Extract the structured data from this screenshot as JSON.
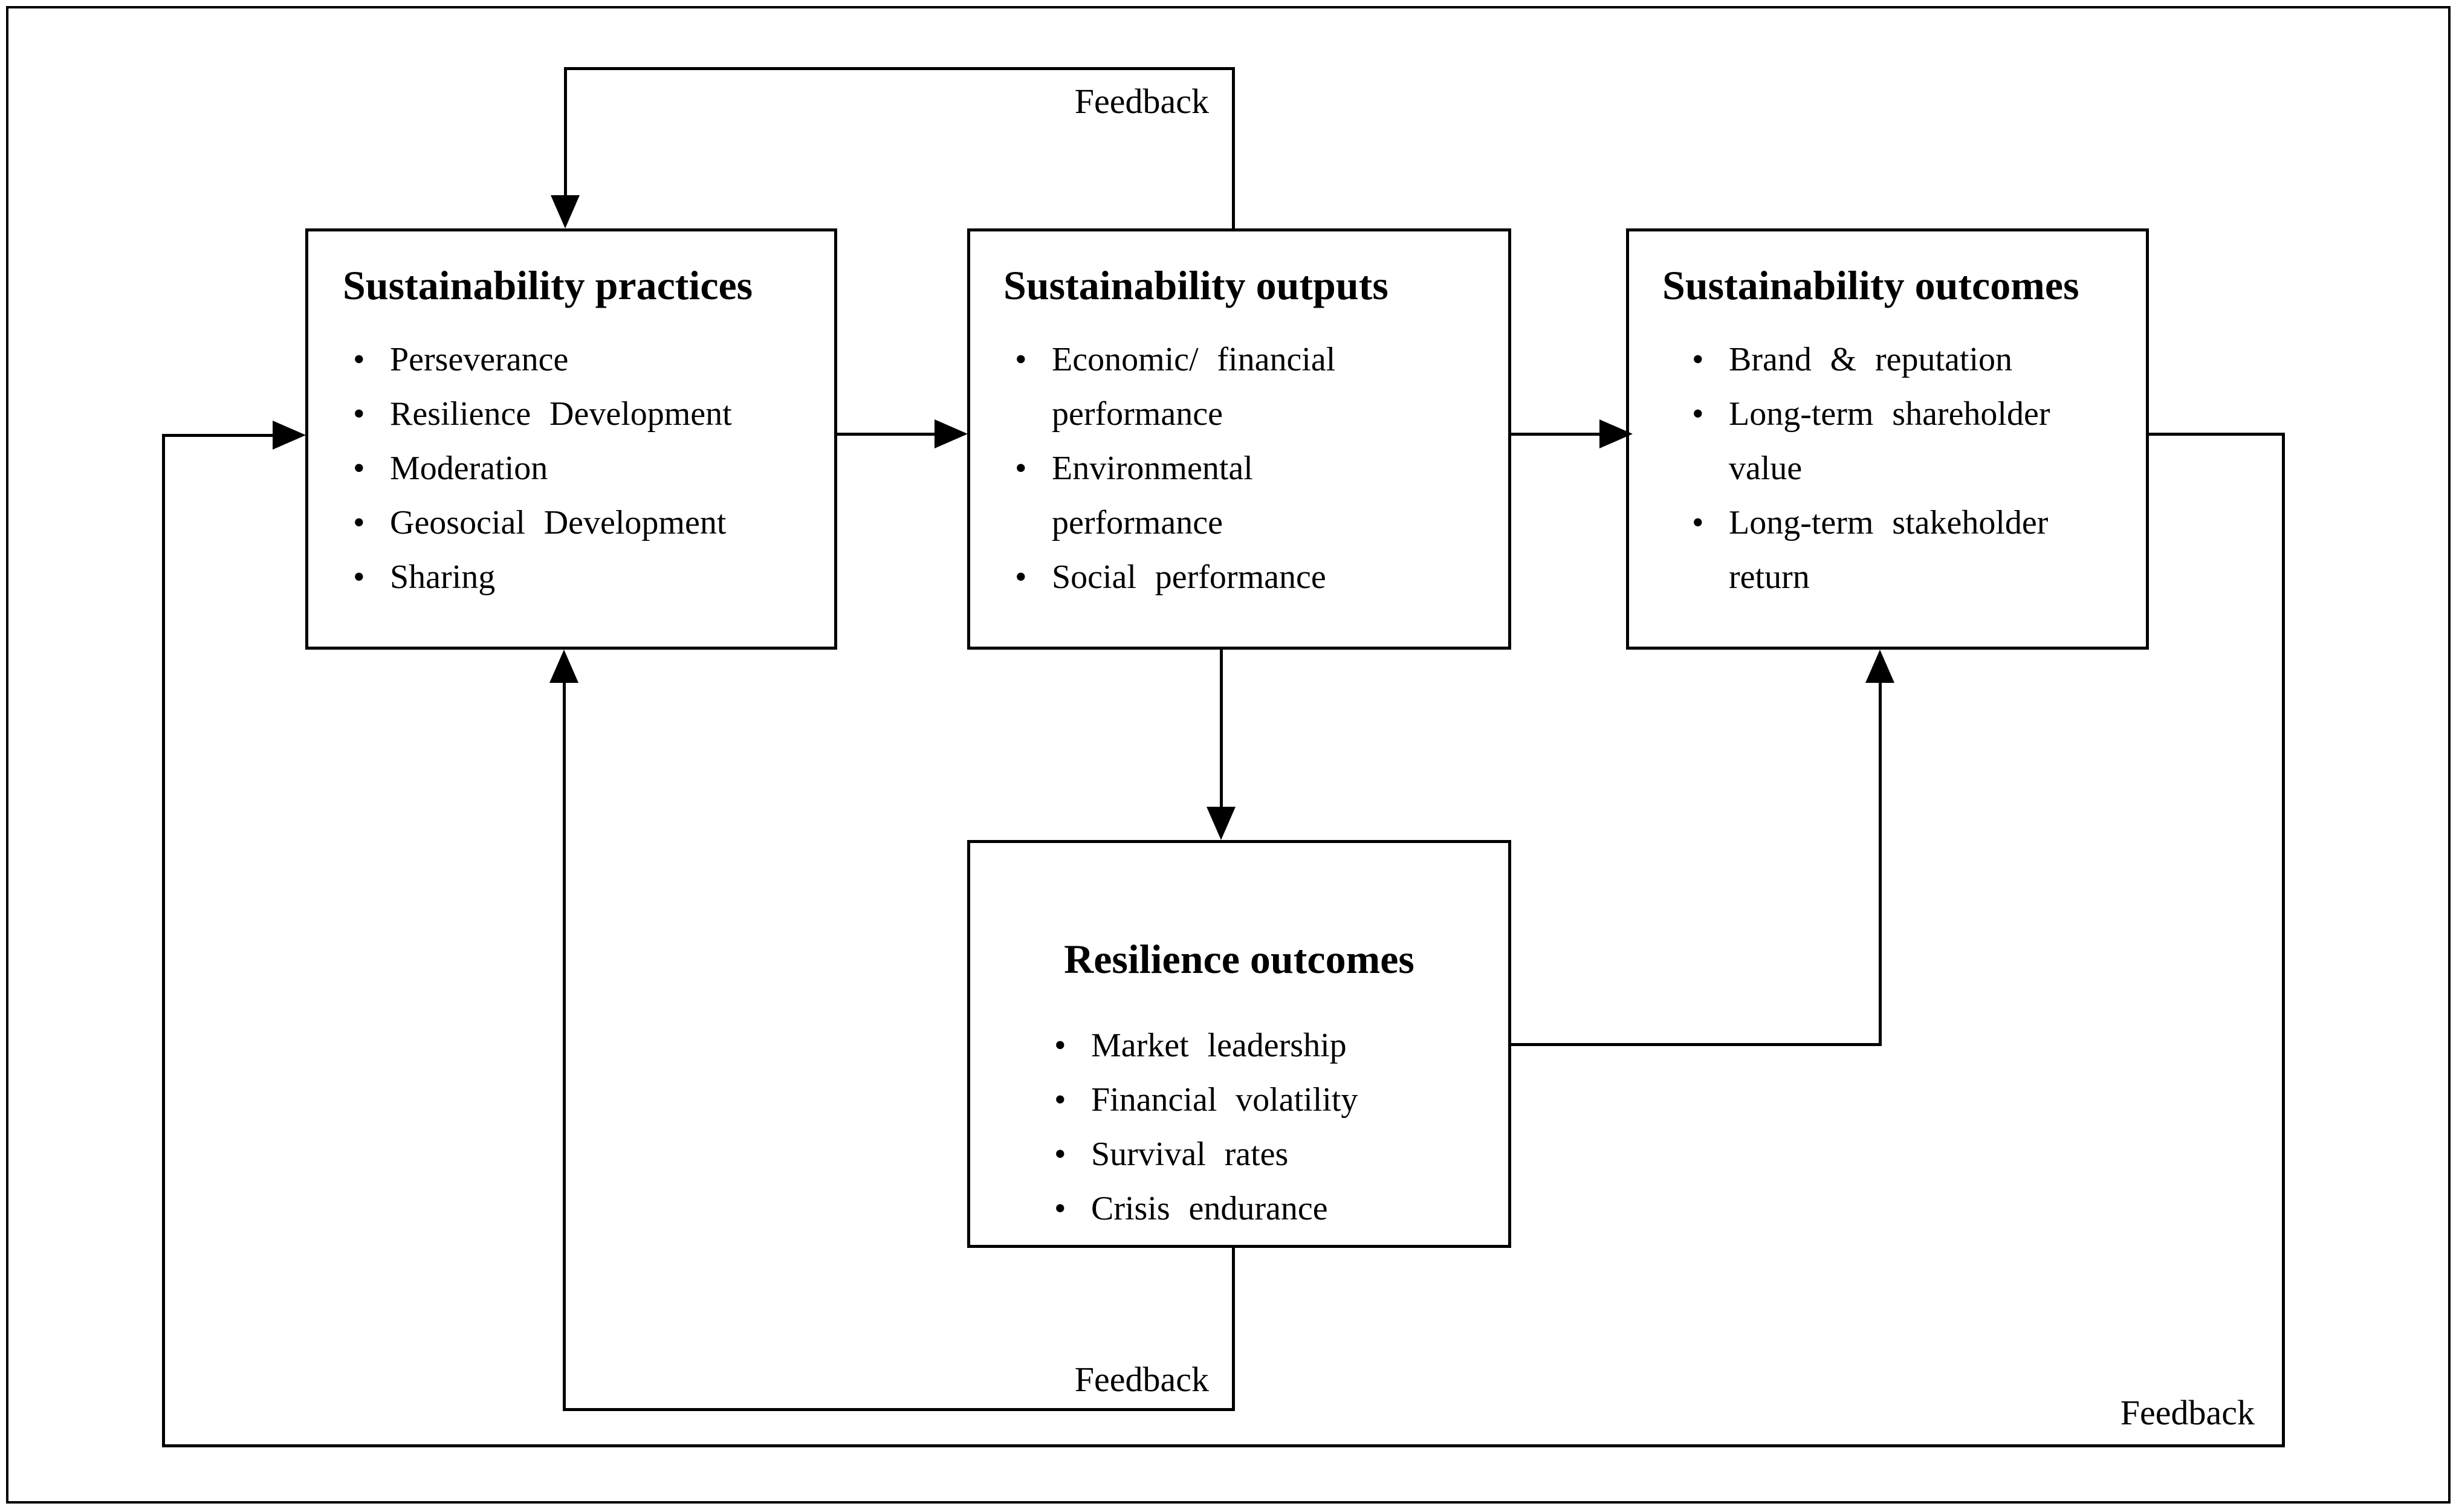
{
  "figure": {
    "colors": {
      "ink": "#000000",
      "paper": "#ffffff"
    },
    "boxes": {
      "practices": {
        "title": "Sustainability practices",
        "items": [
          "Perseverance",
          "Resilience Development",
          "Moderation",
          "Geosocial Development",
          "Sharing"
        ]
      },
      "outputs": {
        "title": "Sustainability outputs",
        "items": [
          "Economic/ financial performance",
          "Environmental performance",
          "Social performance"
        ]
      },
      "outcomes": {
        "title": "Sustainability outcomes",
        "items": [
          "Brand & reputation",
          "Long-term shareholder value",
          "Long-term stakeholder return"
        ]
      },
      "resilience": {
        "title": "Resilience outcomes",
        "items": [
          "Market leadership",
          "Financial volatility",
          "Survival rates",
          "Crisis endurance"
        ]
      }
    },
    "labels": {
      "feedback_top": "Feedback",
      "feedback_bottom": "Feedback",
      "feedback_outer": "Feedback"
    }
  }
}
